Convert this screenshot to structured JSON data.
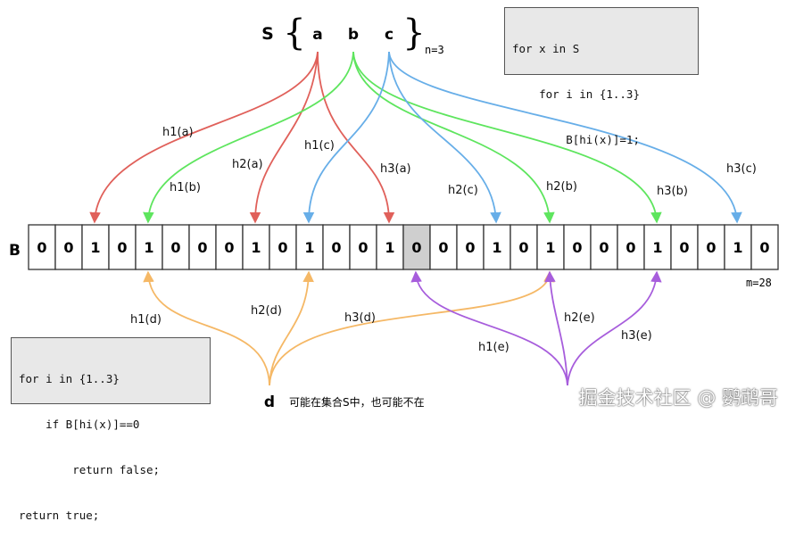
{
  "set": {
    "name": "S",
    "elements": [
      "a",
      "b",
      "c"
    ],
    "size_label": "n=3",
    "element_colors": {
      "a": "#e0605a",
      "b": "#5ee55e",
      "c": "#67aee8"
    }
  },
  "query": {
    "element": "d",
    "note": "可能在集合S中，也可能不在",
    "colors": {
      "d": "#f5b866",
      "e": "#a75ddc"
    }
  },
  "bit_array": {
    "name": "B",
    "bits": [
      0,
      0,
      1,
      0,
      1,
      0,
      0,
      0,
      1,
      0,
      1,
      0,
      0,
      1,
      0,
      0,
      0,
      1,
      0,
      1,
      0,
      0,
      0,
      1,
      0,
      0,
      1,
      0
    ],
    "highlighted_index": 14,
    "size_label": "m=28"
  },
  "code_insert": [
    "for x in S",
    "    for i in {1..3}",
    "        B[hi(x)]=1;"
  ],
  "code_query": [
    "for i in {1..3}",
    "    if B[hi(x)]==0",
    "        return false;",
    "return true;"
  ],
  "labels": {
    "h1a": "h1(a)",
    "h2a": "h2(a)",
    "h3a": "h3(a)",
    "h1b": "h1(b)",
    "h2b": "h2(b)",
    "h3b": "h3(b)",
    "h1c": "h1(c)",
    "h2c": "h2(c)",
    "h3c": "h3(c)",
    "h1d": "h1(d)",
    "h2d": "h2(d)",
    "h3d": "h3(d)",
    "h1e": "h1(e)",
    "h2e": "h2(e)",
    "h3e": "h3(e)"
  },
  "watermark": "掘金技术社区 @ 鹦鹉哥"
}
